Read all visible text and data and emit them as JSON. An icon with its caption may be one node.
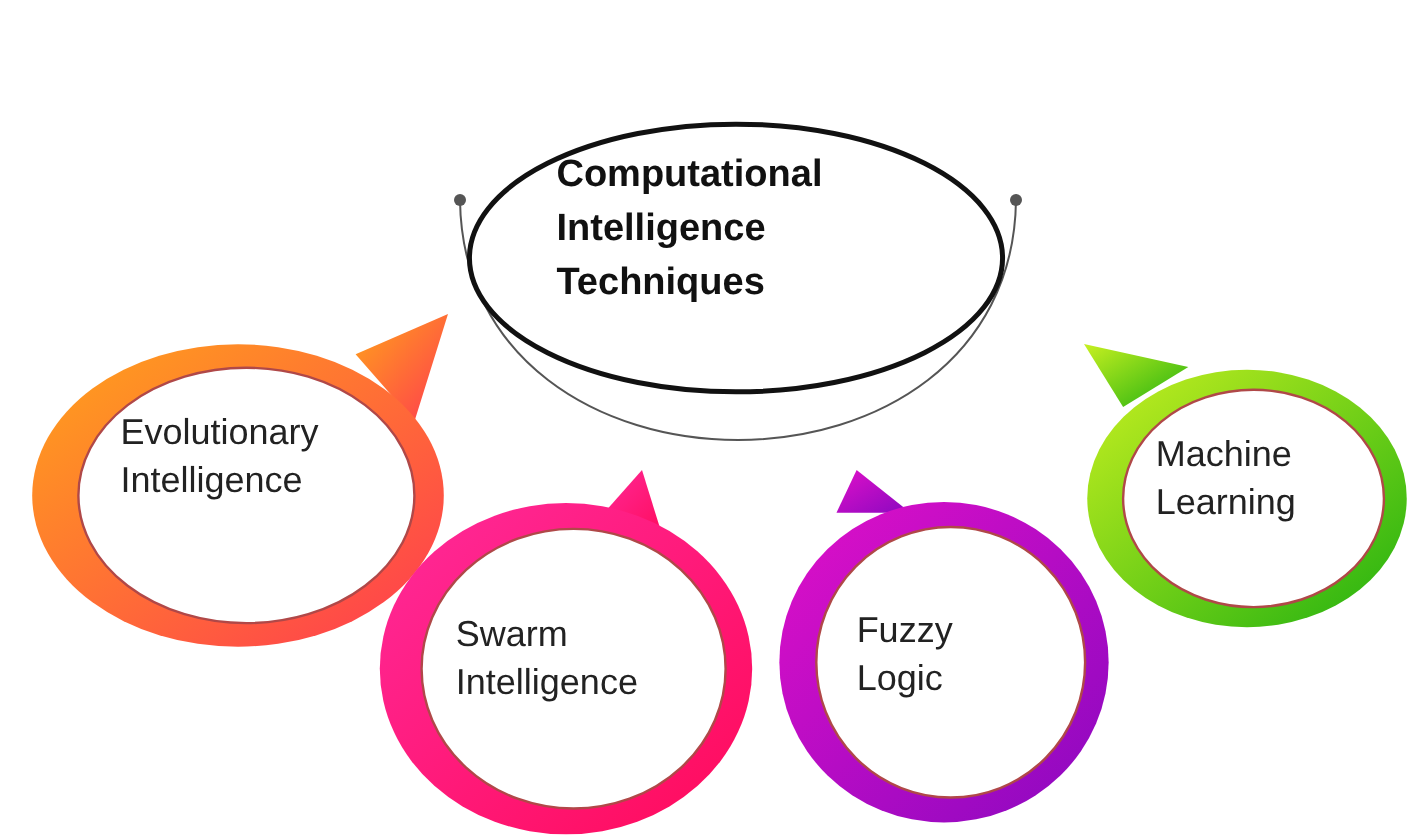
{
  "diagram": {
    "nodes": [
      {
        "text": [
          "Computational Intelligence Techniques"
        ]
      },
      {
        "text": [
          "Evolutionary Intelligence"
        ]
      },
      {
        "text": [
          "Swarm Intelligence"
        ]
      },
      {
        "text": [
          "Fuzzy Logic"
        ]
      },
      {
        "text": [
          "Machine Learning"
        ]
      }
    ]
  }
}
